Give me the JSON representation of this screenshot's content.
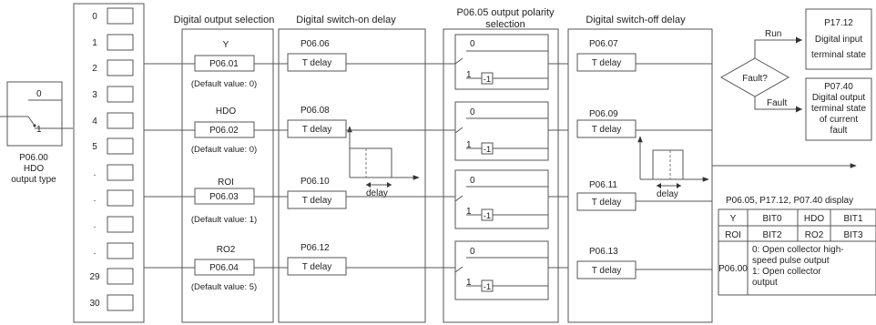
{
  "indices": [
    "0",
    "1",
    "2",
    "3",
    "4",
    "5",
    ".",
    ".",
    ".",
    ".",
    "29",
    "30"
  ],
  "hdo_selector": {
    "opt0": "0",
    "opt1": "1",
    "param": "P06.00",
    "l2": "HDO",
    "l3": "output type"
  },
  "output_selection": {
    "header": "Digital output selection",
    "rows": [
      {
        "label": "Y",
        "param": "P06.01",
        "default": "(Default value: 0)"
      },
      {
        "label": "HDO",
        "param": "P06.02",
        "default": "(Default value: 0)"
      },
      {
        "label": "ROI",
        "param": "P06.03",
        "default": "(Default value: 1)"
      },
      {
        "label": "RO2",
        "param": "P06.04",
        "default": "(Default value: 5)"
      }
    ]
  },
  "on_delay": {
    "header": "Digital switch-on delay",
    "params": [
      "P06.06",
      "P06.08",
      "P06.10",
      "P06.12"
    ],
    "box": "T delay",
    "delay": "delay"
  },
  "polarity": {
    "header1": "P06.05 output polarity",
    "header2": "selection",
    "opt0": "0",
    "opt1": "1",
    "inv": "-1"
  },
  "off_delay": {
    "header": "Digital switch-off delay",
    "params": [
      "P06.07",
      "P06.09",
      "P06.11",
      "P06.13"
    ],
    "box": "T delay",
    "delay": "delay"
  },
  "decision": {
    "label": "Fault?",
    "run": "Run",
    "fault": "Fault"
  },
  "targets": {
    "input": [
      "P17.12",
      "Digital input",
      "terminal state"
    ],
    "output": [
      "P07.40",
      "Digital output",
      "terminal state",
      "of current",
      "fault"
    ]
  },
  "display_table": {
    "title": "P06.05, P17.12, P07.40 display",
    "rows": [
      [
        "Y",
        "BIT0",
        "HDO",
        "BIT1"
      ],
      [
        "ROI",
        "BIT2",
        "RO2",
        "BIT3"
      ]
    ],
    "p0600": "P06.00",
    "desc": [
      "0: Open collector high-",
      "speed pulse output",
      "1: Open collector",
      "output"
    ]
  }
}
